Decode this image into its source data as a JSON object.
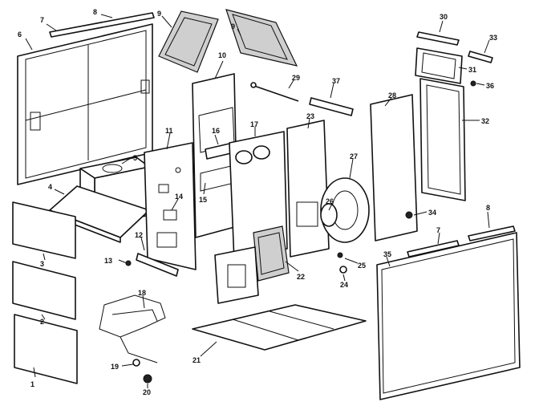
{
  "callouts": [
    "1",
    "2",
    "3",
    "4",
    "5",
    "6",
    "7",
    "8",
    "9",
    "9",
    "10",
    "11",
    "12",
    "13",
    "14",
    "15",
    "16",
    "17",
    "18",
    "19",
    "20",
    "21",
    "22",
    "23",
    "24",
    "25",
    "26",
    "27",
    "28",
    "29",
    "30",
    "31",
    "32",
    "33",
    "34",
    "35",
    "36",
    "37",
    "7",
    "8"
  ]
}
